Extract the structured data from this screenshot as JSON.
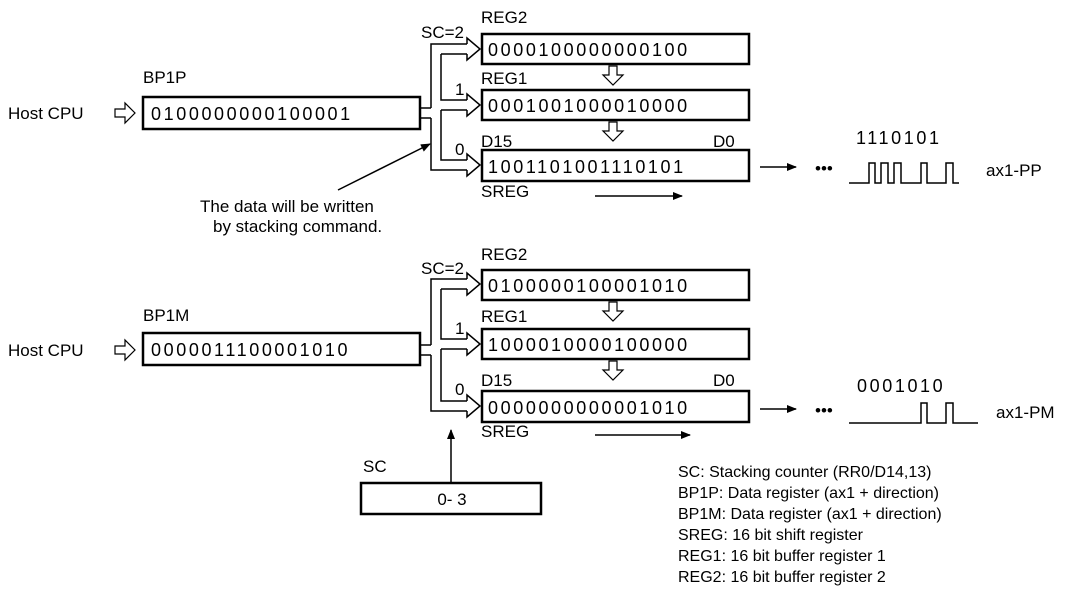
{
  "top": {
    "host_label": "Host CPU",
    "bp_name": "BP1P",
    "bp_bits": "0100000000100001",
    "sc_label": "SC=2",
    "reg2_name": "REG2",
    "reg2_bits": "0000100000000100",
    "sc1": "1",
    "reg1_name": "REG1",
    "reg1_bits": "0001001000010000",
    "sc0": "0",
    "d15": "D15",
    "d0": "D0",
    "sreg_bits": "1001101001110101",
    "sreg_name": "SREG",
    "dots": "•••",
    "pulse_bits": "1110101",
    "output_label": "ax1-PP",
    "note_line1": "The data will be written",
    "note_line2": "by stacking command."
  },
  "bottom": {
    "host_label": "Host CPU",
    "bp_name": "BP1M",
    "bp_bits": "0000011100001010",
    "sc_label": "SC=2",
    "reg2_name": "REG2",
    "reg2_bits": "0100000100001010",
    "sc1": "1",
    "reg1_name": "REG1",
    "reg1_bits": "1000010000100000",
    "sc0": "0",
    "d15": "D15",
    "d0": "D0",
    "sreg_bits": "0000000000001010",
    "sreg_name": "SREG",
    "dots": "•••",
    "pulse_bits": "0001010",
    "output_label": "ax1-PM"
  },
  "counter": {
    "name": "SC",
    "range": "0- 3"
  },
  "legend": [
    "SC: Stacking counter (RR0/D14,13)",
    "BP1P: Data register (ax1 + direction)",
    "BP1M: Data register (ax1 + direction)",
    "SREG: 16 bit shift register",
    "REG1: 16 bit buffer register 1",
    "REG2: 16 bit buffer register 2"
  ]
}
